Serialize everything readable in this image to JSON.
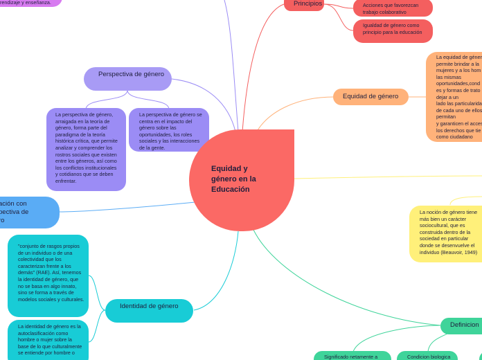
{
  "central": {
    "lines": [
      "Equidad y",
      "género en la",
      "Educación"
    ]
  },
  "top_left_fragment": "rendizaje y enseñanza.",
  "principios": {
    "label": "Principios",
    "children": [
      "Acciones que favorezcan trabajo colaborativo",
      "Igualdad de género como principio para la educación"
    ]
  },
  "perspectiva": {
    "label": "Perspectiva de género",
    "left_card": "La perspectiva de género, arraigada en la teoría de género, forma parte del paradigma de la teoría histórica crítica, que permite analizar y comprender los rostros sociales que existen entre los géneros, así como los conflictos institucionales y cotidianos que se deben enfrentar.",
    "right_card": "La perspectiva de género se centra en el impacto del género sobre las oportunidades, los roles sociales y las interacciones de la gente."
  },
  "equidad": {
    "label": "Equidad de género",
    "card_lines": [
      "La equidad de géner",
      "permite brindar a la",
      "mujeres y a los hom",
      "las mismas",
      "oportunidades,cond",
      "es y formas de trato",
      "dejar a un",
      "lado las particularida",
      "de cada uno de ellos",
      "permitan",
      "y garanticen el acces",
      "los derechos que tie",
      "como ciudadano"
    ]
  },
  "educacion": {
    "lines": [
      "ación con",
      "pectiva de",
      "ro"
    ]
  },
  "nocion": {
    "text": "La noción de género tiene más bien un carácter sociocultural, que es construida dentro de la sociedad en particular donde se desenvuelve el individuo (Beauvoir, 1949)"
  },
  "identidad": {
    "label": "Identidad de género",
    "card1": "\"conjunto de rasgos propios de un individuo o de una colectividad que los caracterizan frente a los demás\" (RAE). Así, tenemos la identidad de género, que no se basa en algo innato, sino se forma a través de modelos sociales y culturales.",
    "card2": "La identidad de género es la autoclasificación como hombre o mujer sobre la base de lo que culturalmente se entiende por hombre o"
  },
  "definicion": {
    "label": "Definicion",
    "child1": "Significado netamente a",
    "child2": "Condicion biologica"
  },
  "colors": {
    "central": "#fb6965",
    "principios": "#f45f5f",
    "perspectiva": "#9b8cf5",
    "equidad": "#ffb27a",
    "nocion": "#fff07a",
    "educacion": "#5aacf5",
    "identidad": "#18ccd6",
    "definicion": "#3fd49a",
    "fragment": "#d77bf0"
  }
}
